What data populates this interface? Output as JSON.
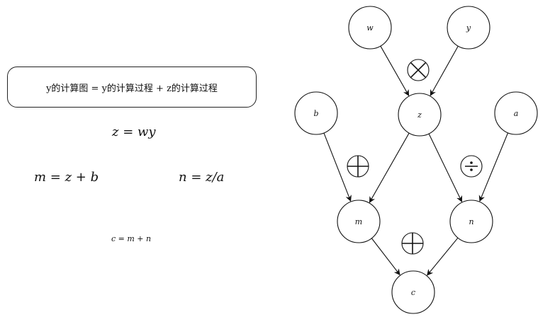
{
  "caption": {
    "text": "y的计算图 = y的计算过程 + z的计算过程"
  },
  "equations": {
    "z": "z = wy",
    "m": "m = z + b",
    "n": "n = z/a",
    "c": "c = m + n"
  },
  "graph": {
    "nodes": [
      {
        "id": "w",
        "label": "w"
      },
      {
        "id": "y",
        "label": "y"
      },
      {
        "id": "b",
        "label": "b"
      },
      {
        "id": "z",
        "label": "z"
      },
      {
        "id": "a",
        "label": "a"
      },
      {
        "id": "m",
        "label": "m"
      },
      {
        "id": "n",
        "label": "n"
      },
      {
        "id": "c",
        "label": "c"
      }
    ],
    "edges": [
      {
        "from": "w",
        "to": "z"
      },
      {
        "from": "y",
        "to": "z"
      },
      {
        "from": "b",
        "to": "m"
      },
      {
        "from": "z",
        "to": "m"
      },
      {
        "from": "z",
        "to": "n"
      },
      {
        "from": "a",
        "to": "n"
      },
      {
        "from": "m",
        "to": "c"
      },
      {
        "from": "n",
        "to": "c"
      }
    ],
    "operators": [
      {
        "id": "multiply",
        "symbol": "times-icon"
      },
      {
        "id": "add-m",
        "symbol": "plus-icon"
      },
      {
        "id": "divide",
        "symbol": "divide-icon"
      },
      {
        "id": "add-c",
        "symbol": "plus-icon"
      }
    ]
  }
}
